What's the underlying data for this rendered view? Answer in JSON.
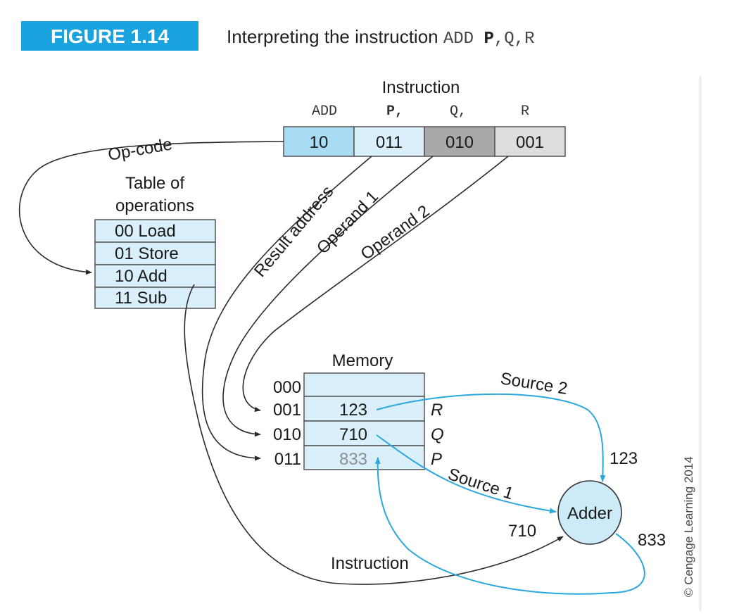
{
  "figure": {
    "badge": "FIGURE 1.14",
    "caption_text": "Interpreting the instruction ",
    "caption_code_op": "ADD ",
    "caption_code_p": "P",
    "caption_code_rest": ",Q,R",
    "copyright": "© Cengage Learning 2014"
  },
  "instruction": {
    "title": "Instruction",
    "fields": [
      {
        "label": "ADD",
        "value": "10",
        "fill": "#a9dcf3"
      },
      {
        "label": "P,",
        "value": "011",
        "fill": "#d9effa"
      },
      {
        "label": "Q,",
        "value": "010",
        "fill": "#a7a9ab"
      },
      {
        "label": "R",
        "value": "001",
        "fill": "#dcdddf"
      }
    ]
  },
  "operations": {
    "title_line1": "Table of",
    "title_line2": "operations",
    "rows": [
      "00 Load",
      "01 Store",
      "10 Add",
      "11 Sub"
    ]
  },
  "memory": {
    "title": "Memory",
    "rows": [
      {
        "address": "000",
        "value": "",
        "tag": ""
      },
      {
        "address": "001",
        "value": "123",
        "tag": "R"
      },
      {
        "address": "010",
        "value": "710",
        "tag": "Q"
      },
      {
        "address": "011",
        "value": "833",
        "tag": "P"
      }
    ]
  },
  "adder": {
    "label": "Adder"
  },
  "labels": {
    "opcode": "Op-code",
    "result_address": "Result address",
    "operand1": "Operand 1",
    "operand2": "Operand 2",
    "source2": "Source 2",
    "source1": "Source 1",
    "instruction": "Instruction",
    "v123": "123",
    "v710": "710",
    "v833": "833"
  },
  "colors": {
    "badge": "#1aa3df",
    "cell_blue": "#d9effa",
    "arrow_blue": "#2aa7dd",
    "adder_fill": "#cdeaf8",
    "faded_value": "#8a8f94"
  }
}
